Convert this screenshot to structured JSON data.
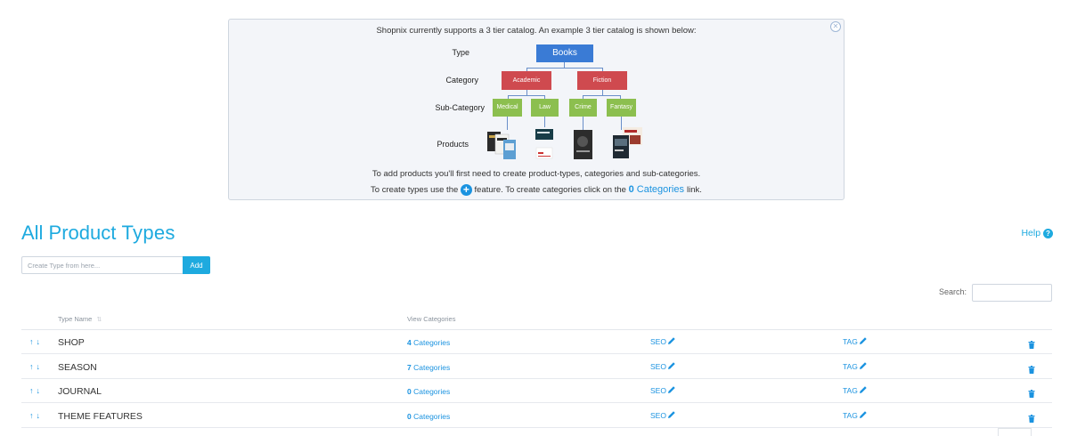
{
  "info": {
    "intro": "Shopnix currently supports a 3 tier catalog. An example 3 tier catalog is shown below:",
    "levels": {
      "type": "Type",
      "category": "Category",
      "subcategory": "Sub-Category",
      "products": "Products"
    },
    "tree": {
      "type": "Books",
      "categories": [
        "Academic",
        "Fiction"
      ],
      "subcategories": [
        "Medical",
        "Law",
        "Crime",
        "Fantasy"
      ]
    },
    "msg1": "To add products you'll first need to create product-types, categories and sub-categories.",
    "msg2_a": "To create types use the",
    "msg2_b": "feature. To create categories click on the",
    "msg2_count": "0",
    "msg2_link": "Categories",
    "msg2_c": "link.",
    "colors": {
      "type": "#3a7bd5",
      "category": "#cf4a4f",
      "subcategory": "#8cbf4f"
    }
  },
  "page": {
    "title_a": "All Product",
    "title_b": "Types",
    "help": "Help"
  },
  "create": {
    "placeholder": "Create Type from here...",
    "add_label": "Add"
  },
  "search": {
    "label": "Search:"
  },
  "table": {
    "headers": {
      "name": "Type Name",
      "categories": "View Categories"
    },
    "rows": [
      {
        "name": "SHOP",
        "count": "4",
        "cat_label": "Categories",
        "seo": "SEO",
        "tag": "TAG"
      },
      {
        "name": "SEASON",
        "count": "7",
        "cat_label": "Categories",
        "seo": "SEO",
        "tag": "TAG"
      },
      {
        "name": "JOURNAL",
        "count": "0",
        "cat_label": "Categories",
        "seo": "SEO",
        "tag": "TAG"
      },
      {
        "name": "THEME FEATURES",
        "count": "0",
        "cat_label": "Categories",
        "seo": "SEO",
        "tag": "TAG"
      }
    ]
  },
  "accent": "#1eaadf"
}
